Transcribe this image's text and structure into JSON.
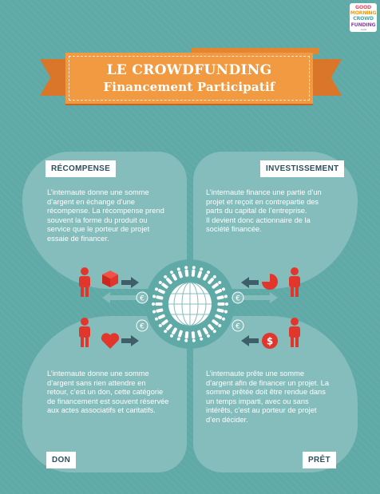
{
  "logo": {
    "line1": "GOOD",
    "line2": "MORNING",
    "line3": "CROWD",
    "line4": "FUNDING",
    "line5": ".com"
  },
  "banner": {
    "title": "LE CROWDFUNDING",
    "subtitle": "Financement Participatif"
  },
  "quadrants": {
    "recompense": {
      "label": "RÉCOMPENSE",
      "lines": [
        "L’internaute donne une somme",
        "d’argent en échange d’une",
        "récompense. La récompense prend",
        "souvent la forme du produit ou",
        "service que le porteur de projet",
        "essaie de financer."
      ]
    },
    "investissement": {
      "label": "INVESTISSEMENT",
      "lines": [
        "L’internaute finance une partie d’un",
        "projet et reçoit en contrepartie des",
        "parts du capital de l’entreprise.",
        "Il devient donc actionnaire de  la",
        "société financée."
      ]
    },
    "don": {
      "label": "DON",
      "lines": [
        "L’internaute donne une somme",
        "d’argent sans rien attendre en",
        "retour, c’est un don, cette catégorie",
        "de financement est souvent réservée",
        "aux actes associatifs et caritatifs."
      ]
    },
    "pret": {
      "label": "PRÊT",
      "lines": [
        "L’internaute prête une somme",
        "d’argent afin de financer un projet. La",
        "somme prêtée doit être rendue dans",
        "un temps imparti, avec ou sans",
        "intérêts, c’est au porteur de projet",
        "d’en décider."
      ]
    }
  },
  "center": {
    "currency_symbol": "€",
    "dollar_symbol": "$"
  },
  "colors": {
    "background": "#5fa9a7",
    "petal": "#84bdbb",
    "banner": "#f29a42",
    "accent_red": "#e2362d",
    "arrow": "#3e5e6a"
  }
}
